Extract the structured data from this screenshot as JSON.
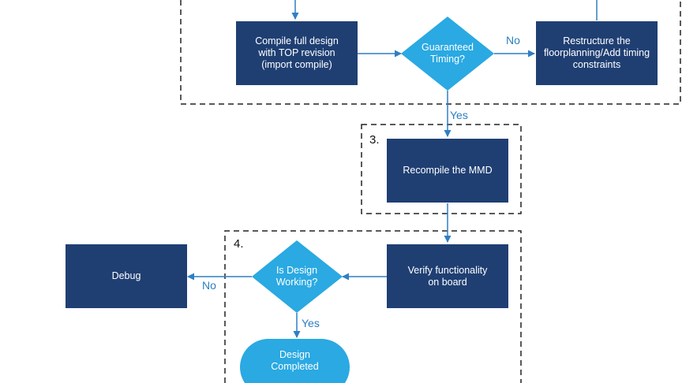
{
  "diagram": {
    "colors": {
      "process_box": "#1f3f73",
      "decision": "#2aa9e2",
      "arrow": "#2f7fc4",
      "edge_label": "#2a7fc0",
      "dashed_border": "#222222"
    },
    "nodes": {
      "compile_full": "Compile full design\nwith TOP revision\n(import compile)",
      "guaranteed_timing": "Guaranteed\nTiming?",
      "restructure": "Restructure the\nfloorplanning/Add timing\nconstraints",
      "recompile_mmd": "Recompile the MMD",
      "verify_board": "Verify functionality\non board",
      "is_working": "Is Design\nWorking?",
      "debug": "Debug",
      "completed": "Design\nCompleted"
    },
    "edge_labels": {
      "timing_no": "No",
      "timing_yes": "Yes",
      "working_no": "No",
      "working_yes": "Yes"
    },
    "step_labels": {
      "step3": "3.",
      "step4": "4."
    }
  }
}
